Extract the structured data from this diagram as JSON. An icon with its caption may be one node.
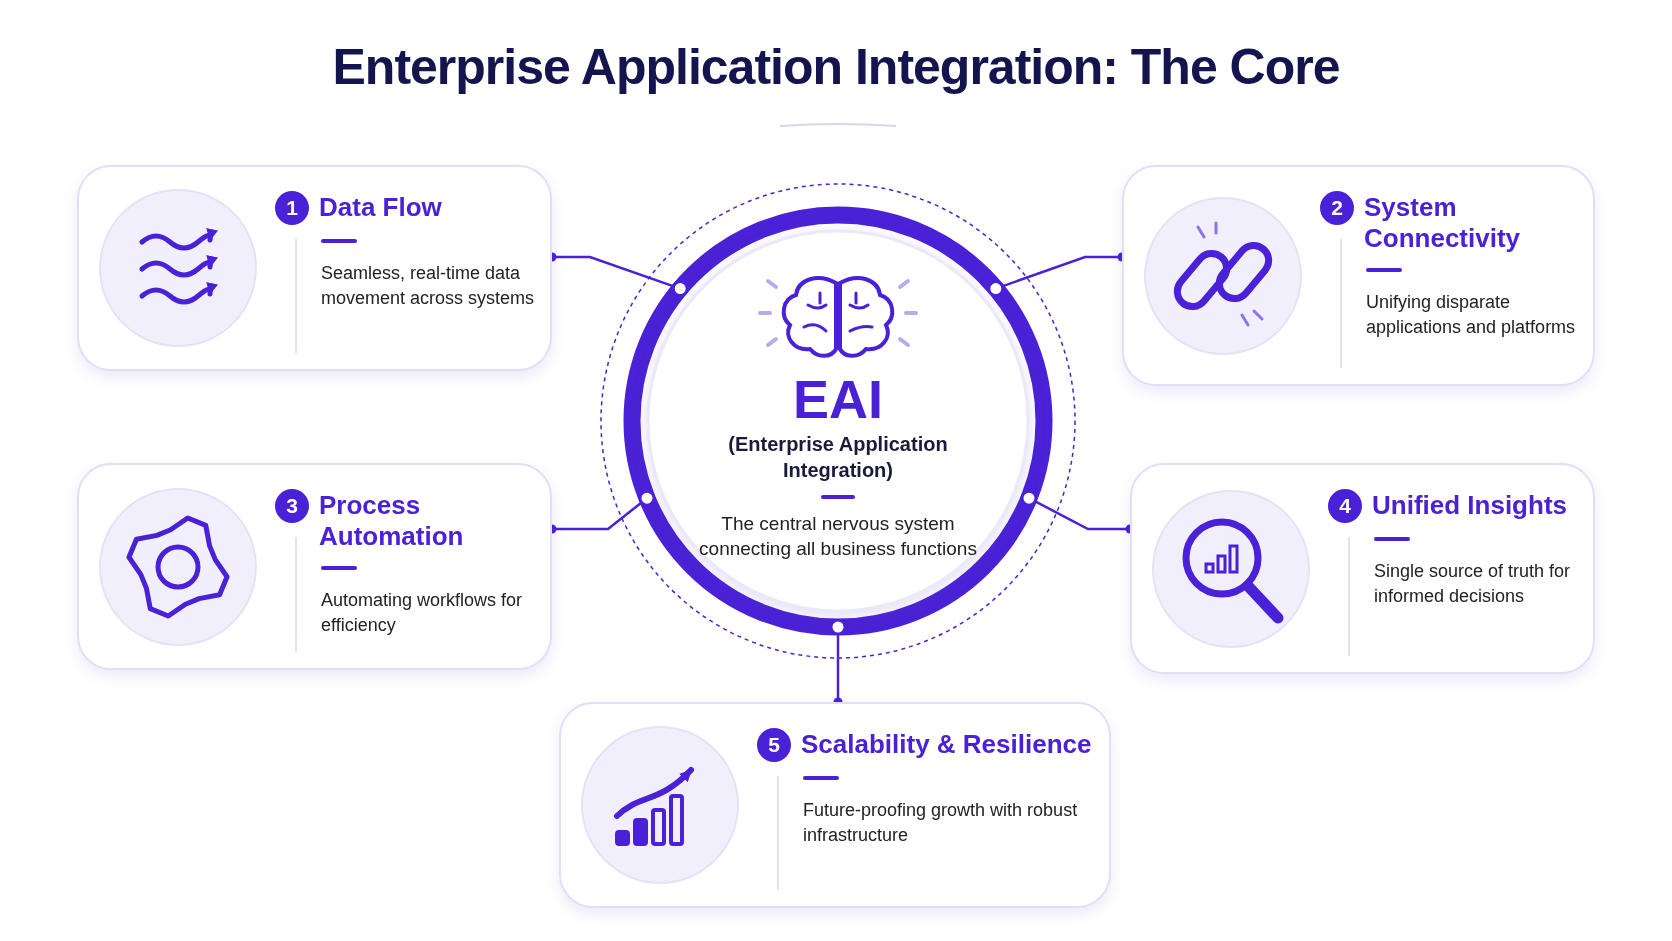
{
  "diagram": {
    "title": "Enterprise Application Integration: The Core",
    "nodes": [
      {
        "text": [
          "EAI",
          "(Enterprise Application Integration)",
          "The central nervous system connecting all business functions"
        ]
      },
      {
        "text": [
          "1",
          "Data Flow",
          "Seamless, real-time data movement across systems"
        ]
      },
      {
        "text": [
          "2",
          "System Connectivity",
          "Unifying disparate applications and platforms"
        ]
      },
      {
        "text": [
          "3",
          "Process Automation",
          "Automating workflows for efficiency"
        ]
      },
      {
        "text": [
          "4",
          "Unified Insights",
          "Single source of truth for informed decisions"
        ]
      },
      {
        "text": [
          "5",
          "Scalability & Resilience",
          "Future-proofing growth with robust infrastructure"
        ]
      }
    ],
    "edges": [
      {
        "from": 0,
        "to": 1,
        "arrow": "other"
      },
      {
        "from": 0,
        "to": 2,
        "arrow": "other"
      },
      {
        "from": 0,
        "to": 3,
        "arrow": "other"
      },
      {
        "from": 0,
        "to": 4,
        "arrow": "other"
      },
      {
        "from": 0,
        "to": 5,
        "arrow": "other"
      }
    ]
  }
}
